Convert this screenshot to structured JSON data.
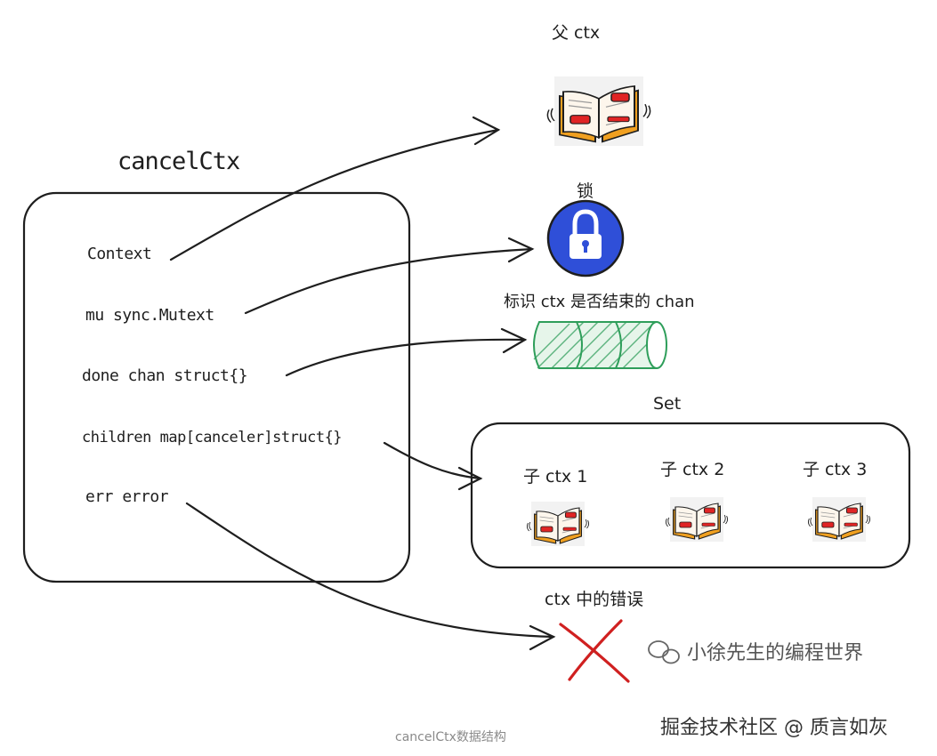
{
  "struct_title": "cancelCtx",
  "fields": {
    "context": "Context",
    "mu": "mu   sync.Mutext",
    "done": "done  chan struct{}",
    "children": "children  map[canceler]struct{}",
    "err": "err  error"
  },
  "targets": {
    "parent_ctx": "父 ctx",
    "lock": "锁",
    "done_chan": "标识 ctx 是否结束的 chan",
    "set": "Set",
    "child1": "子 ctx 1",
    "child2": "子 ctx 2",
    "child3": "子 ctx 3",
    "err": "ctx 中的错误"
  },
  "watermarks": {
    "wechat": "小徐先生的编程世界",
    "juejin": "掘金技术社区 @ 质言如灰"
  },
  "caption": "cancelCtx数据结构",
  "colors": {
    "book_cover": "#f0a020",
    "book_mark": "#e02424",
    "lock_blue": "#2f4fd8",
    "chan_green": "#2e9e5a",
    "cross_red": "#d02020"
  },
  "icons": [
    "book-icon",
    "lock-icon",
    "channel-tube-icon",
    "cross-icon",
    "wechat-icon"
  ]
}
